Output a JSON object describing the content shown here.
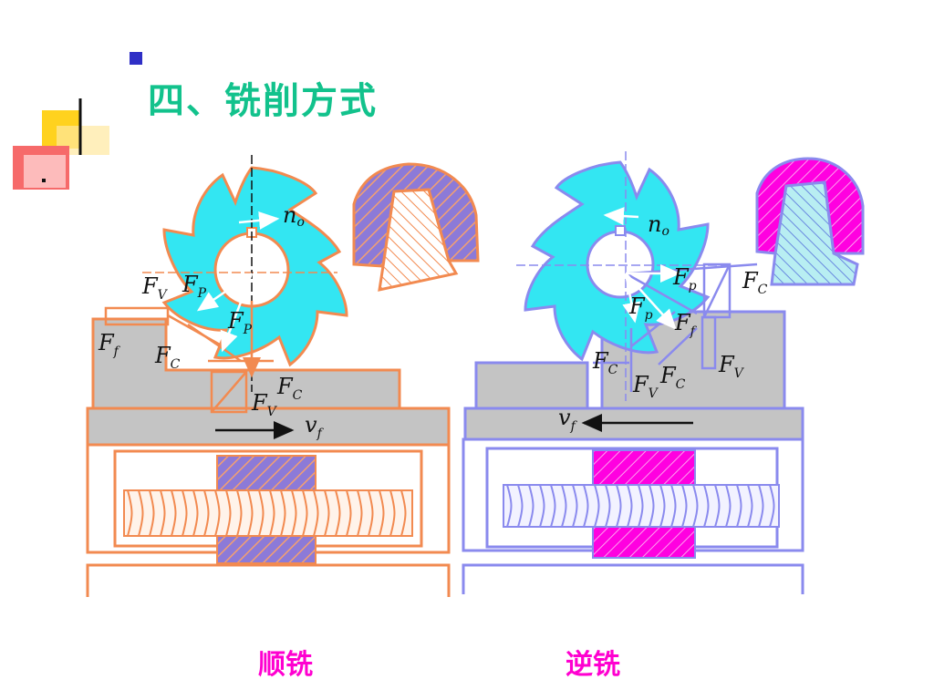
{
  "title": "四、铣削方式",
  "captions": {
    "left": "顺铣",
    "right": "逆铣"
  },
  "colors": {
    "title": "#12c28c",
    "caption": "#ff00d0",
    "cutter": "#33e6f2",
    "left_outline": "#f28a50",
    "right_outline": "#8a8aee",
    "hatch_left": "#8c7ad8",
    "hatch_right": "#ff00e0",
    "workpiece": "#c4c4c4"
  },
  "labels": {
    "left": {
      "no": {
        "main": "n",
        "sub": "o"
      },
      "fv1": {
        "main": "F",
        "sub": "V"
      },
      "fp1": {
        "main": "F",
        "sub": "P"
      },
      "fp2": {
        "main": "F",
        "sub": "P"
      },
      "ff": {
        "main": "F",
        "sub": "f"
      },
      "fc1": {
        "main": "F",
        "sub": "C"
      },
      "fc2": {
        "main": "F",
        "sub": "C"
      },
      "fv2": {
        "main": "F",
        "sub": "V"
      },
      "vf": {
        "main": "v",
        "sub": "f"
      }
    },
    "right": {
      "no": {
        "main": "n",
        "sub": "o"
      },
      "fp1": {
        "main": "F",
        "sub": "p"
      },
      "fc1": {
        "main": "F",
        "sub": "C"
      },
      "fp2": {
        "main": "F",
        "sub": "p"
      },
      "ff": {
        "main": "F",
        "sub": "f"
      },
      "fc2": {
        "main": "F",
        "sub": "C"
      },
      "fv1": {
        "main": "F",
        "sub": "V"
      },
      "fc3": {
        "main": "F",
        "sub": "C"
      },
      "fv2": {
        "main": "F",
        "sub": "V"
      },
      "vf": {
        "main": "v",
        "sub": "f"
      }
    }
  }
}
